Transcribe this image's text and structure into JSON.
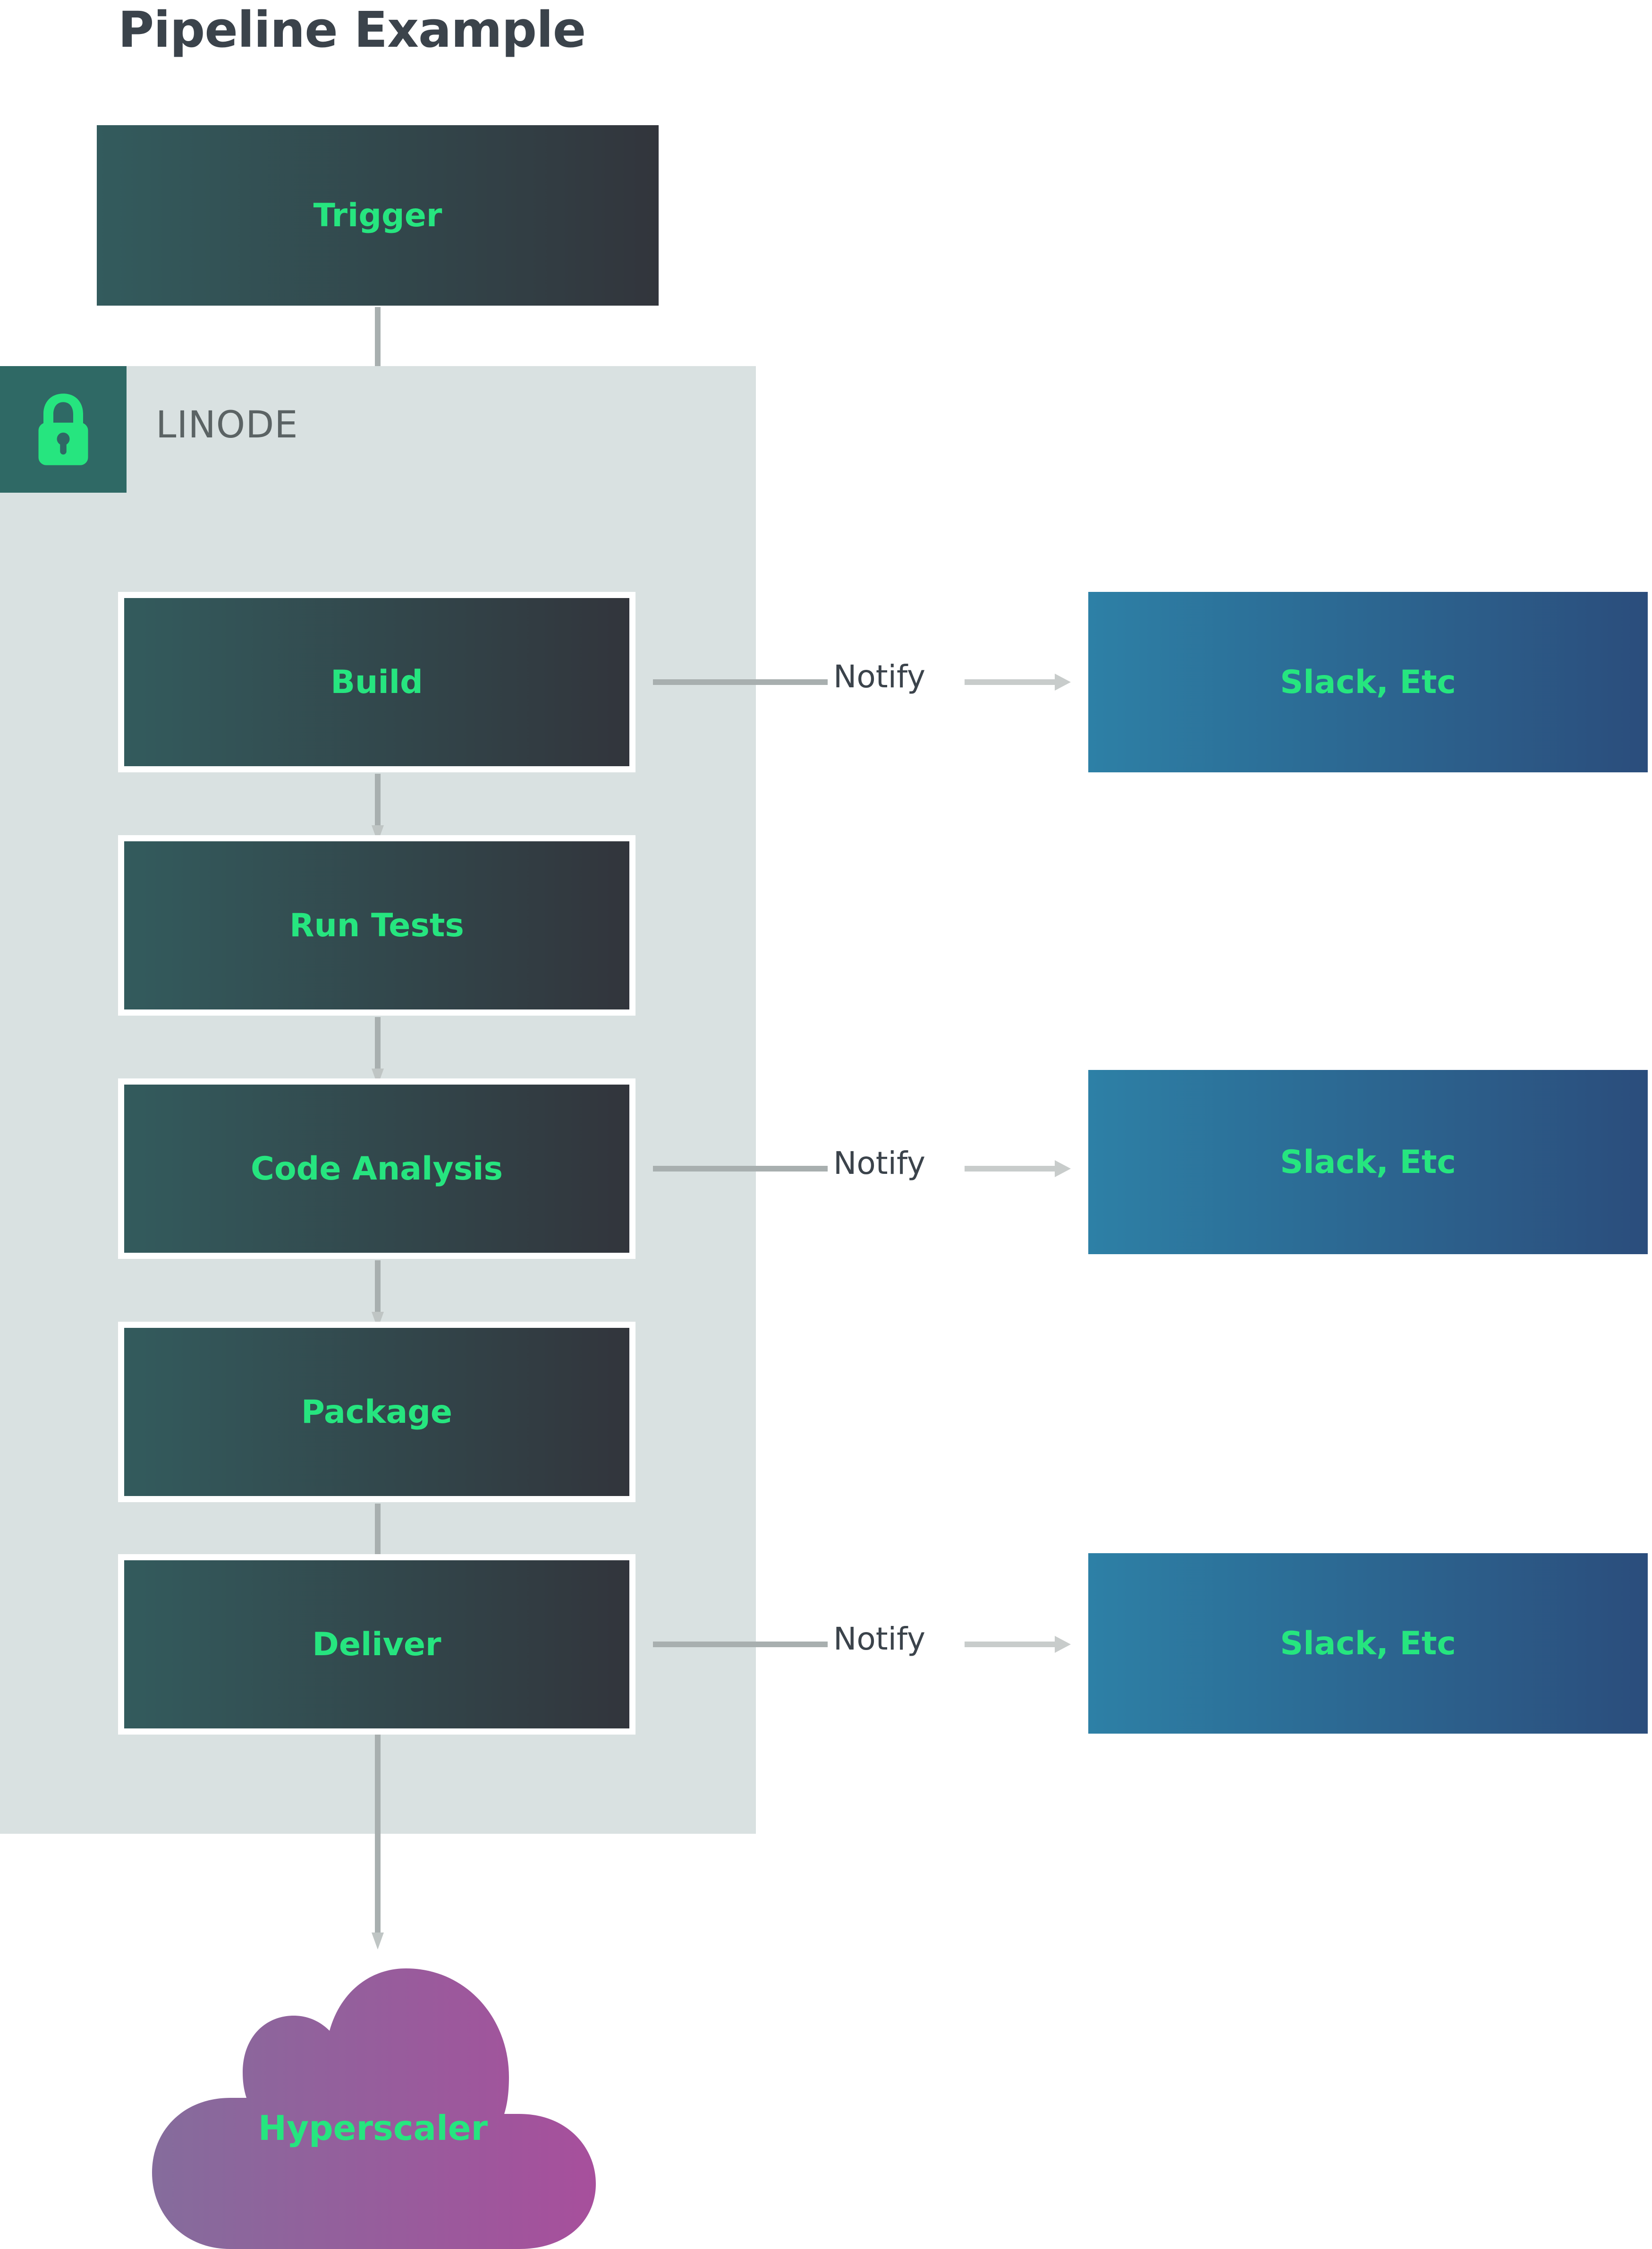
{
  "title": "Pipeline Example",
  "colors": {
    "accent_green": "#26e57f",
    "title_dark": "#3b434b",
    "zone_bg": "#d9e1e1",
    "badge_bg": "#2f6965",
    "node_gradient_start": "#335b5d",
    "node_gradient_end": "#32353c",
    "sink_gradient_start": "#2d80a6",
    "sink_gradient_end": "#2b4d7c",
    "cloud_gradient_start": "#856c9c",
    "cloud_gradient_end": "#a74f9c",
    "arrow_gray": "#b6bcbb"
  },
  "zone": {
    "label": "LINODE",
    "icon": "lock-icon"
  },
  "trigger": {
    "label": "Trigger"
  },
  "stages": [
    {
      "label": "Build"
    },
    {
      "label": "Run Tests"
    },
    {
      "label": "Code Analysis"
    },
    {
      "label": "Package"
    },
    {
      "label": "Deliver"
    }
  ],
  "notifications": [
    {
      "edge_label": "Notify",
      "target_label": "Slack, Etc",
      "from_stage": "Build"
    },
    {
      "edge_label": "Notify",
      "target_label": "Slack, Etc",
      "from_stage": "Code Analysis"
    },
    {
      "edge_label": "Notify",
      "target_label": "Slack, Etc",
      "from_stage": "Deliver"
    }
  ],
  "cloud": {
    "label": "Hyperscaler"
  }
}
